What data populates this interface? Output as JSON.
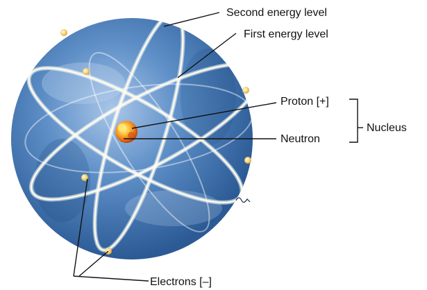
{
  "labels": {
    "second_energy_level": "Second energy level",
    "first_energy_level": "First energy level",
    "proton": "Proton [+]",
    "neutron": "Neutron",
    "nucleus": "Nucleus",
    "electrons": "Electrons [–]"
  },
  "colors": {
    "sphere_dark": "#2f5f9a",
    "sphere_light": "#8fb4de",
    "orbit": "#fffbe8",
    "electron": "#f5d17a",
    "nucleus_core": "#ffdd55",
    "nucleus_edge": "#c8410c",
    "leader_line": "#111111"
  }
}
